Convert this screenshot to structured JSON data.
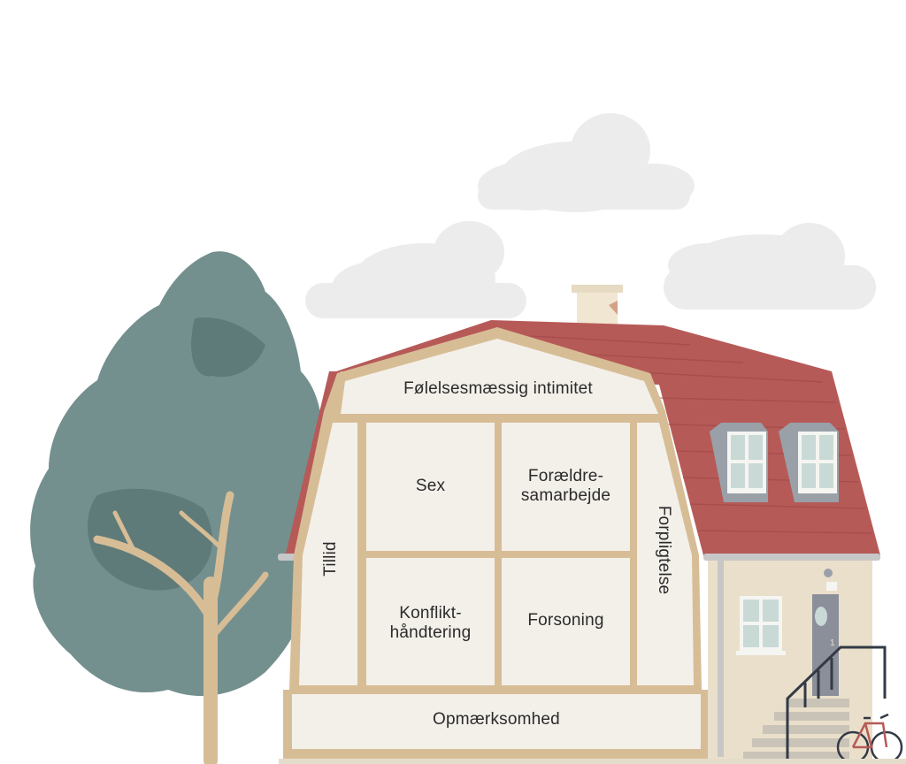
{
  "house": {
    "roof": "Følelsesmæssig intimitet",
    "left_wall": "Tillid",
    "right_wall": "Forpligtelse",
    "rooms": [
      {
        "line1": "Sex",
        "line2": ""
      },
      {
        "line1": "Forældre-",
        "line2": "samarbejde"
      },
      {
        "line1": "Konflikt-",
        "line2": "håndtering"
      },
      {
        "line1": "Forsoning",
        "line2": ""
      }
    ],
    "foundation": "Opmærksomhed",
    "door_number": "1"
  },
  "colors": {
    "frame": "#d7bd96",
    "panel": "#f3f0ea",
    "roof_tiles": "#b65a58",
    "tree": "#74908e",
    "tree_dark": "#5f7b79",
    "cloud": "#ececec",
    "facade": "#eadfca"
  }
}
